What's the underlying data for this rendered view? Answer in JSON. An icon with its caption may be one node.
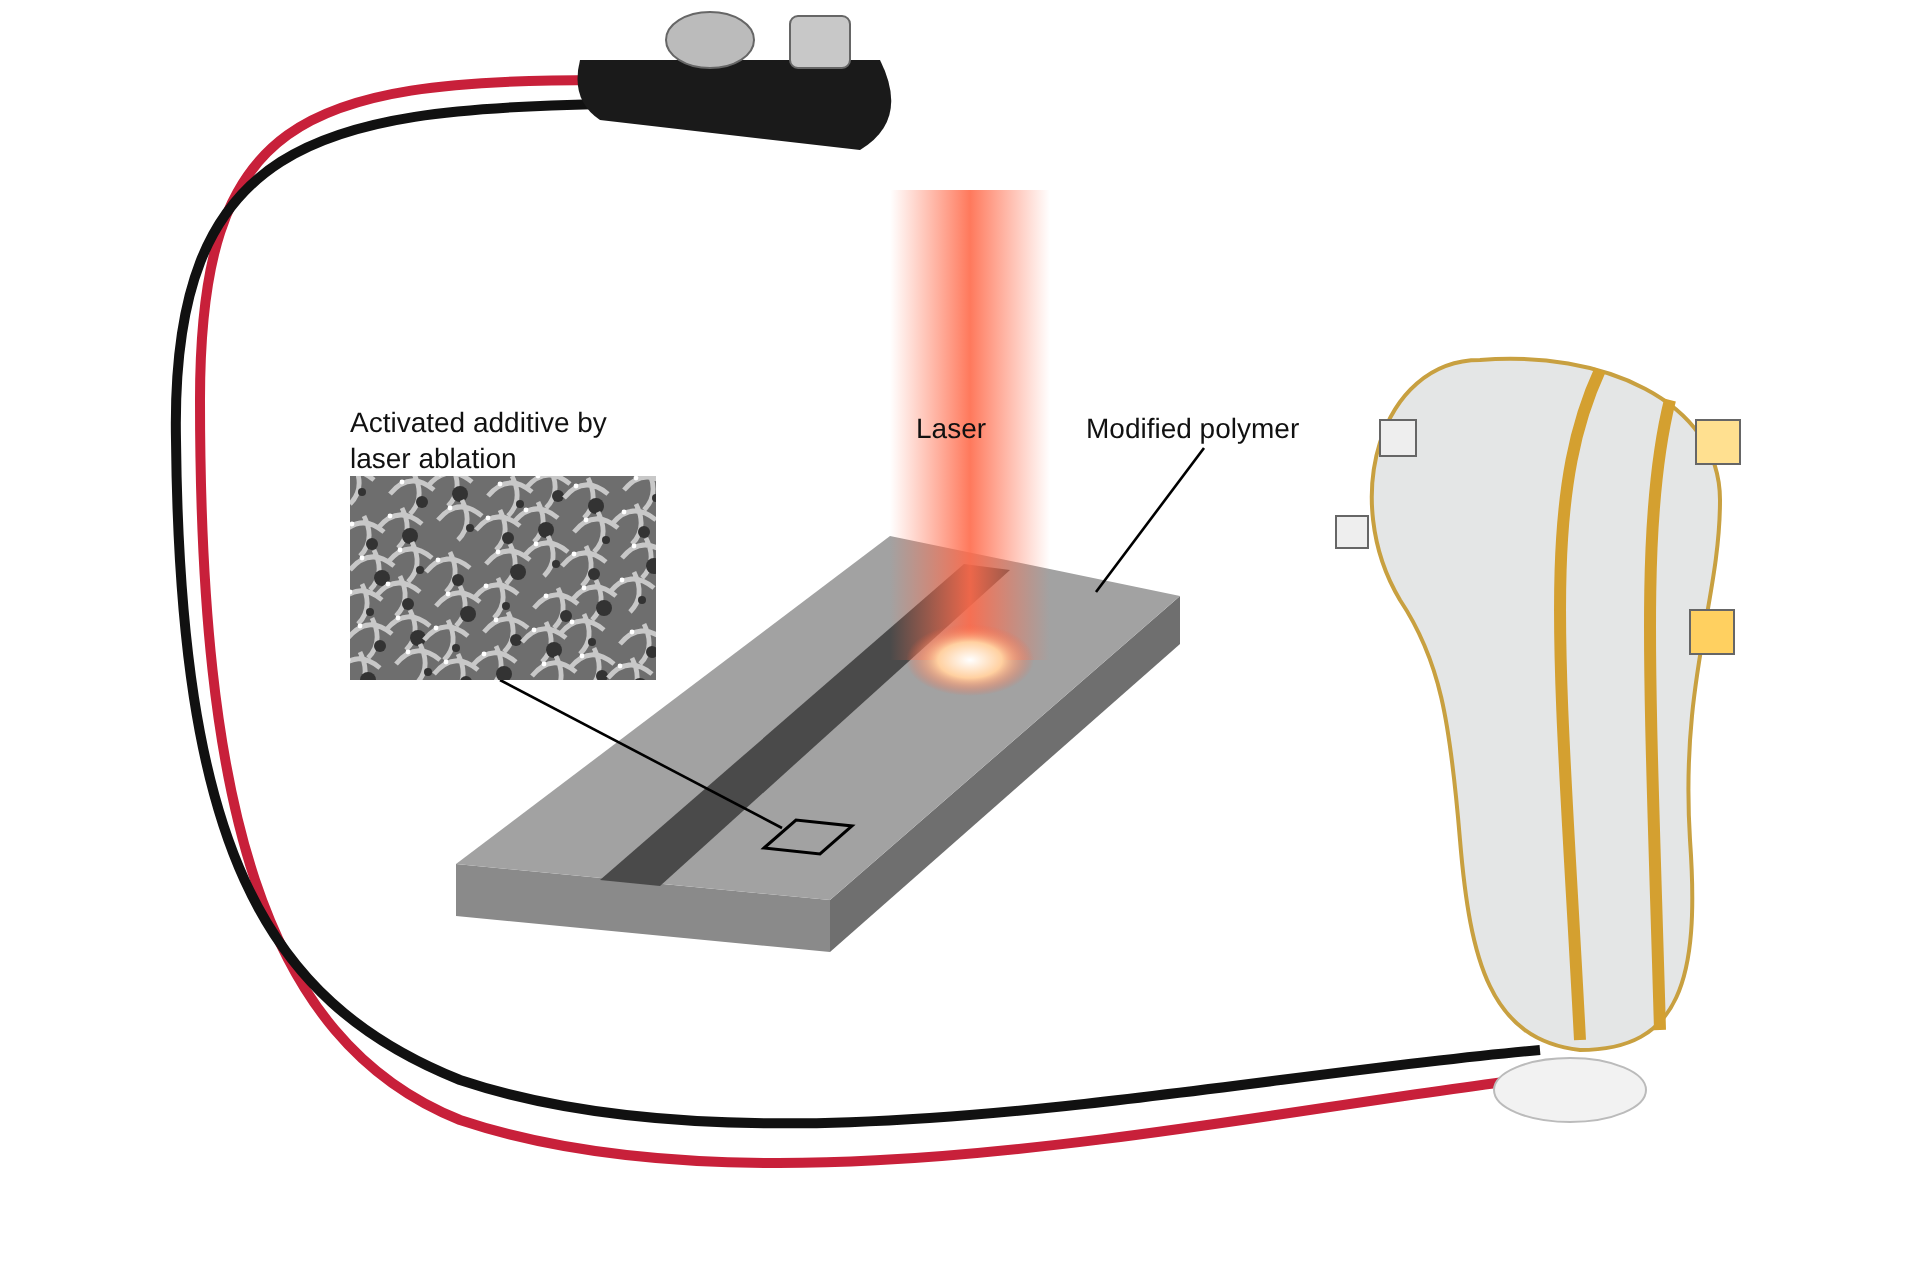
{
  "diagram": {
    "nodes": [
      {
        "text": [],
        "shape": "picture",
        "beside": [
          "Activated additive by laser ablation"
        ]
      },
      {
        "text": [],
        "shape": "box",
        "in": 3
      },
      {
        "text": [
          "Modified polymer"
        ]
      },
      {
        "text": [],
        "shape": "picture"
      }
    ],
    "edges": [
      {
        "from": 0,
        "to": 1,
        "arrow": "none"
      },
      {
        "from": 2,
        "to": 3,
        "arrow": "none"
      }
    ],
    "labels": [
      "Laser"
    ]
  }
}
